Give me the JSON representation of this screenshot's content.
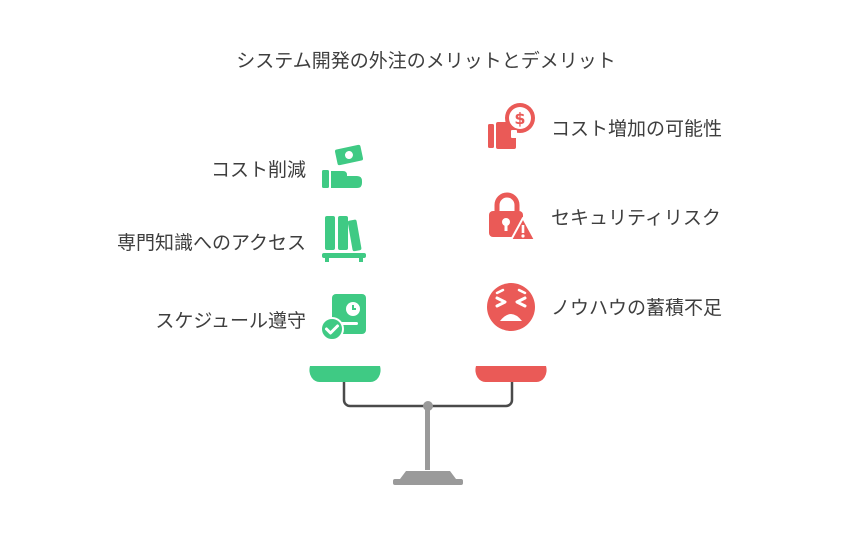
{
  "title": "システム開発の外注のメリットとデメリット",
  "merits": {
    "color": "#3fca84",
    "items": [
      {
        "label": "コスト削減",
        "icon": "money-hand-icon"
      },
      {
        "label": "専門知識へのアクセス",
        "icon": "books-icon"
      },
      {
        "label": "スケジュール遵守",
        "icon": "schedule-check-icon"
      }
    ]
  },
  "demerits": {
    "color": "#ea5a57",
    "items": [
      {
        "label": "コスト増加の可能性",
        "icon": "wallet-dollar-icon"
      },
      {
        "label": "セキュリティリスク",
        "icon": "lock-warning-icon"
      },
      {
        "label": "ノウハウの蓄積不足",
        "icon": "distressed-face-icon"
      }
    ]
  },
  "scale": {
    "beam_color": "#4a4a4a",
    "base_color": "#9a9a9a"
  }
}
